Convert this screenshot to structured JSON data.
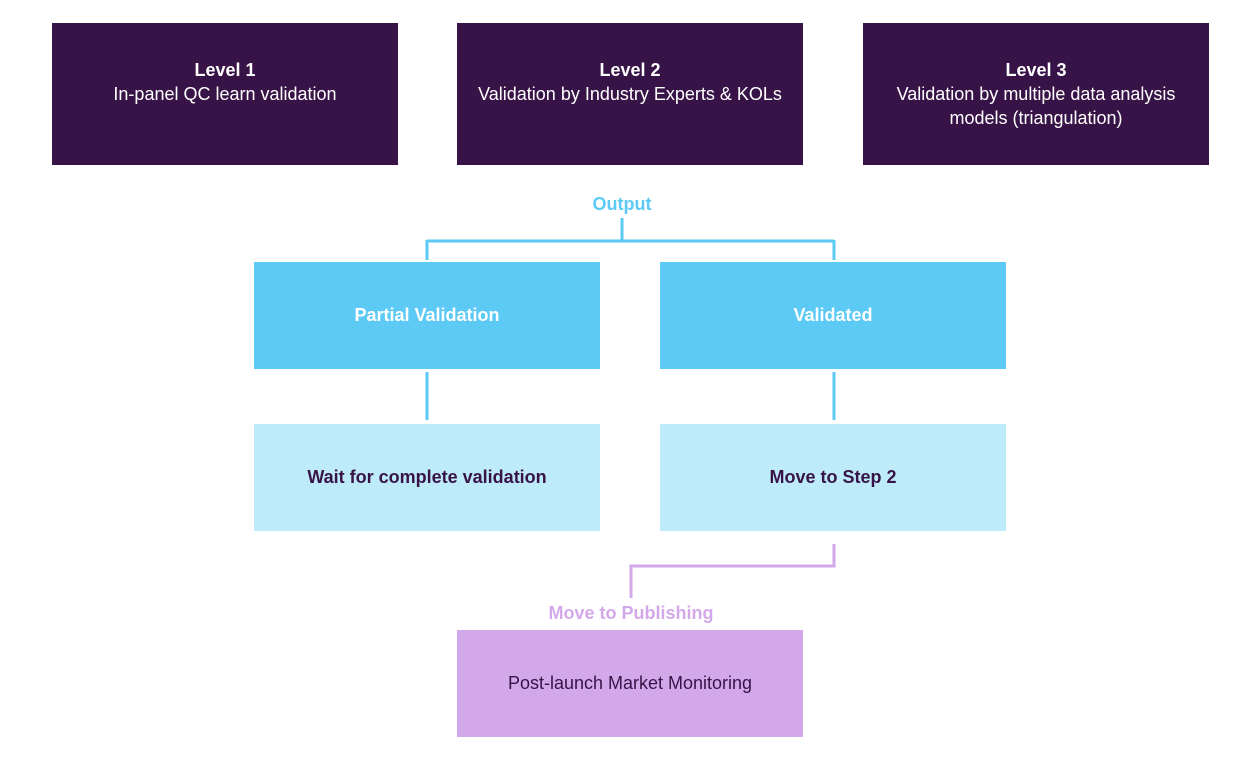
{
  "levels": [
    {
      "title": "Level 1",
      "desc_lines": [
        "In-panel QC learn validation"
      ]
    },
    {
      "title": "Level 2",
      "desc_lines": [
        "Validation by Industry Experts & KOLs"
      ]
    },
    {
      "title": "Level 3",
      "desc_lines": [
        "Validation by multiple data analysis",
        "models (triangulation)"
      ]
    }
  ],
  "output_label": "Output",
  "outcomes": {
    "partial": "Partial Validation",
    "validated": "Validated"
  },
  "next_steps": {
    "wait": "Wait for complete validation",
    "step2": "Move to Step 2"
  },
  "publishing_label": "Move to Publishing",
  "final_box": "Post-launch Market Monitoring",
  "colors": {
    "level_bg": "#381347",
    "outcome_bg": "#5ccaf5",
    "next_bg": "#bdebfa",
    "final_bg": "#d3a8ea",
    "output_line": "#5ccaf5",
    "publish_line": "#d3a8ea"
  }
}
